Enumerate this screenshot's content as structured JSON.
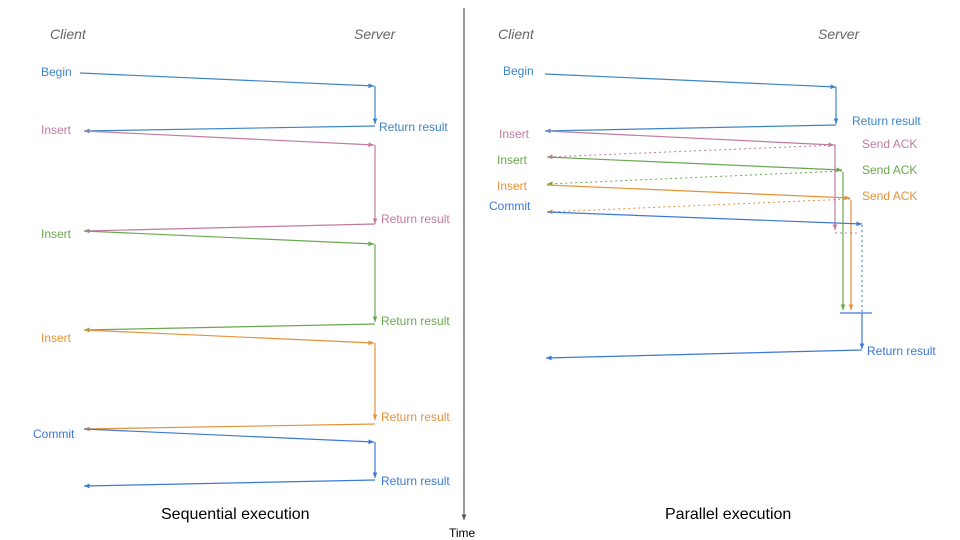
{
  "colors": {
    "begin": "#3d85c6",
    "insert1": "#c27ba0",
    "insert2": "#6aa84f",
    "insert3": "#e69138",
    "commit": "#3c78d8",
    "axis": "#555555"
  },
  "axis_label": "Time",
  "sequential": {
    "caption": "Sequential execution",
    "client_header": "Client",
    "server_header": "Server",
    "steps": [
      {
        "op": "Begin",
        "reply": "Return result"
      },
      {
        "op": "Insert",
        "reply": "Return result"
      },
      {
        "op": "Insert",
        "reply": "Return result"
      },
      {
        "op": "Insert",
        "reply": "Return result"
      },
      {
        "op": "Commit",
        "reply": "Return result"
      }
    ]
  },
  "parallel": {
    "caption": "Parallel execution",
    "client_header": "Client",
    "server_header": "Server",
    "begin": {
      "op": "Begin",
      "reply": "Return result"
    },
    "inserts": [
      {
        "op": "Insert",
        "ack": "Send ACK"
      },
      {
        "op": "Insert",
        "ack": "Send ACK"
      },
      {
        "op": "Insert",
        "ack": "Send ACK"
      }
    ],
    "commit": {
      "op": "Commit",
      "reply": "Return result"
    }
  }
}
